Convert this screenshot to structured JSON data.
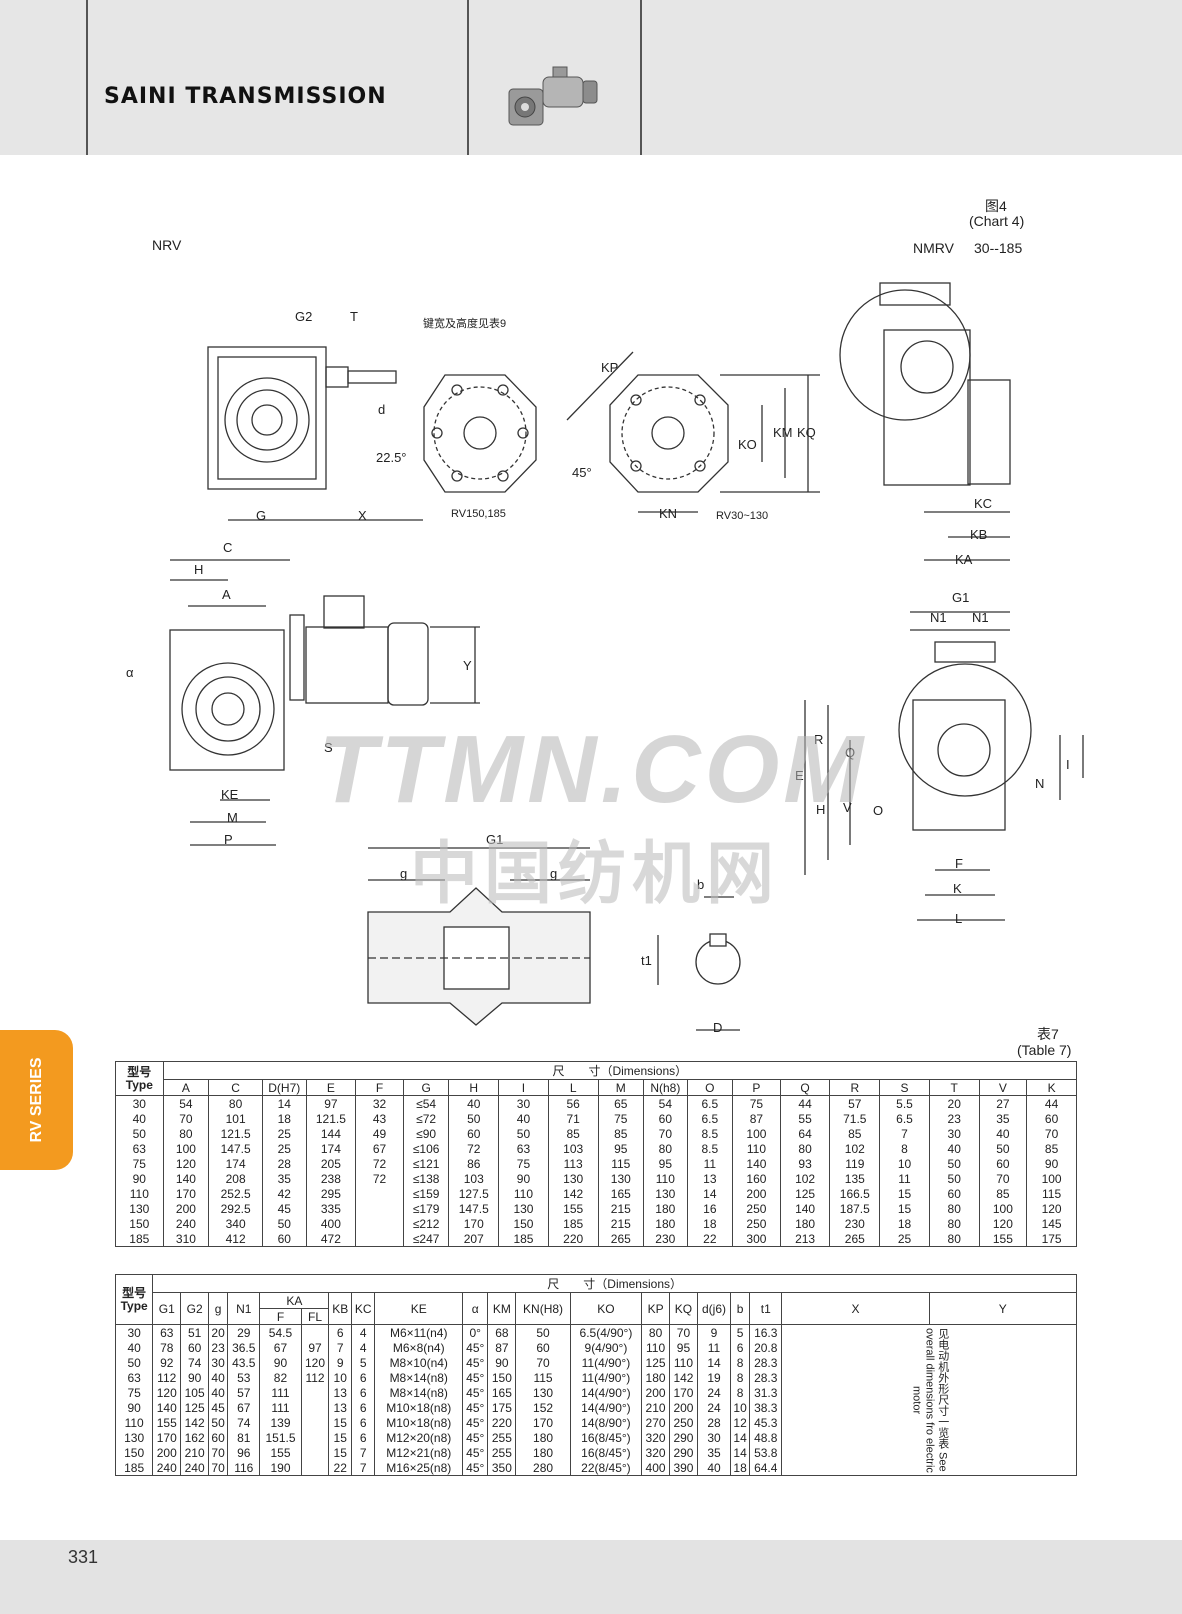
{
  "header": {
    "brand": "SAINI TRANSMISSION"
  },
  "figure": {
    "caption_cn": "图4",
    "caption_en": "(Chart 4)",
    "label_left": "NRV",
    "label_right_model": "NMRV",
    "label_right_range": "30--185",
    "note_key": "键宽及高度见表9",
    "flange_a": "RV150,185",
    "flange_b": "RV30~130",
    "dims": {
      "G2": "G2",
      "T": "T",
      "d": "d",
      "angle1": "22.5°",
      "angle2": "45°",
      "KP": "KP",
      "KO": "KO",
      "KM": "KM",
      "KQ": "KQ",
      "KN": "KN",
      "KC": "KC",
      "KB": "KB",
      "KA": "KA",
      "G": "G",
      "X": "X",
      "C": "C",
      "H": "H",
      "A": "A",
      "alpha": "α",
      "Y": "Y",
      "S": "S",
      "KE": "KE",
      "M": "M",
      "P": "P",
      "G1": "G1",
      "N1": "N1",
      "R": "R",
      "Q": "Q",
      "E": "E",
      "V": "V",
      "O": "O",
      "I": "I",
      "N": "N",
      "F": "F",
      "K": "K",
      "L": "L",
      "g": "g",
      "b": "b",
      "t1": "t1",
      "D": "D"
    }
  },
  "watermark": {
    "line1": "TTMN.COM",
    "line2": "中国纺机网"
  },
  "table1": {
    "caption_cn": "表7",
    "caption_en": "(Table 7)",
    "type_cn": "型号",
    "type_en": "Type",
    "dims_header": "尺　　寸（Dimensions）",
    "columns": [
      "A",
      "C",
      "D(H7)",
      "E",
      "F",
      "G",
      "H",
      "I",
      "L",
      "M",
      "N(h8)",
      "O",
      "P",
      "Q",
      "R",
      "S",
      "T",
      "V",
      "K"
    ],
    "rows": [
      [
        "30",
        "54",
        "80",
        "14",
        "97",
        "32",
        "≤54",
        "40",
        "30",
        "56",
        "65",
        "54",
        "6.5",
        "75",
        "44",
        "57",
        "5.5",
        "20",
        "27",
        "44"
      ],
      [
        "40",
        "70",
        "101",
        "18",
        "121.5",
        "43",
        "≤72",
        "50",
        "40",
        "71",
        "75",
        "60",
        "6.5",
        "87",
        "55",
        "71.5",
        "6.5",
        "23",
        "35",
        "60"
      ],
      [
        "50",
        "80",
        "121.5",
        "25",
        "144",
        "49",
        "≤90",
        "60",
        "50",
        "85",
        "85",
        "70",
        "8.5",
        "100",
        "64",
        "85",
        "7",
        "30",
        "40",
        "70"
      ],
      [
        "63",
        "100",
        "147.5",
        "25",
        "174",
        "67",
        "≤106",
        "72",
        "63",
        "103",
        "95",
        "80",
        "8.5",
        "110",
        "80",
        "102",
        "8",
        "40",
        "50",
        "85"
      ],
      [
        "75",
        "120",
        "174",
        "28",
        "205",
        "72",
        "≤121",
        "86",
        "75",
        "113",
        "115",
        "95",
        "11",
        "140",
        "93",
        "119",
        "10",
        "50",
        "60",
        "90"
      ],
      [
        "90",
        "140",
        "208",
        "35",
        "238",
        "72",
        "≤138",
        "103",
        "90",
        "130",
        "130",
        "110",
        "13",
        "160",
        "102",
        "135",
        "11",
        "50",
        "70",
        "100"
      ],
      [
        "110",
        "170",
        "252.5",
        "42",
        "295",
        "",
        "≤159",
        "127.5",
        "110",
        "142",
        "165",
        "130",
        "14",
        "200",
        "125",
        "166.5",
        "15",
        "60",
        "85",
        "115"
      ],
      [
        "130",
        "200",
        "292.5",
        "45",
        "335",
        "",
        "≤179",
        "147.5",
        "130",
        "155",
        "215",
        "180",
        "16",
        "250",
        "140",
        "187.5",
        "15",
        "80",
        "100",
        "120"
      ],
      [
        "150",
        "240",
        "340",
        "50",
        "400",
        "",
        "≤212",
        "170",
        "150",
        "185",
        "215",
        "180",
        "18",
        "250",
        "180",
        "230",
        "18",
        "80",
        "120",
        "145"
      ],
      [
        "185",
        "310",
        "412",
        "60",
        "472",
        "",
        "≤247",
        "207",
        "185",
        "220",
        "265",
        "230",
        "22",
        "300",
        "213",
        "265",
        "25",
        "80",
        "155",
        "175"
      ]
    ]
  },
  "table2": {
    "type_cn": "型号",
    "type_en": "Type",
    "dims_header": "尺　　寸（Dimensions）",
    "columns": [
      "G1",
      "G2",
      "g",
      "N1",
      "KA",
      "KB",
      "KC",
      "KE",
      "α",
      "KM",
      "KN(H8)",
      "KO",
      "KP",
      "KQ",
      "d(j6)",
      "b",
      "t1",
      "X",
      "Y"
    ],
    "ka_sub": [
      "F",
      "FL"
    ],
    "note": "见电动机外形尺寸一览表 See overall dimensions fro electric motor",
    "rows": [
      [
        "30",
        "63",
        "51",
        "20",
        "29",
        "54.5",
        "",
        "6",
        "4",
        "M6×11(n4)",
        "0°",
        "68",
        "50",
        "6.5(4/90°)",
        "80",
        "70",
        "9",
        "5",
        "16.3"
      ],
      [
        "40",
        "78",
        "60",
        "23",
        "36.5",
        "67",
        "97",
        "7",
        "4",
        "M6×8(n4)",
        "45°",
        "87",
        "60",
        "9(4/90°)",
        "110",
        "95",
        "11",
        "6",
        "20.8"
      ],
      [
        "50",
        "92",
        "74",
        "30",
        "43.5",
        "90",
        "120",
        "9",
        "5",
        "M8×10(n4)",
        "45°",
        "90",
        "70",
        "11(4/90°)",
        "125",
        "110",
        "14",
        "8",
        "28.3"
      ],
      [
        "63",
        "112",
        "90",
        "40",
        "53",
        "82",
        "112",
        "10",
        "6",
        "M8×14(n8)",
        "45°",
        "150",
        "115",
        "11(4/90°)",
        "180",
        "142",
        "19",
        "8",
        "28.3"
      ],
      [
        "75",
        "120",
        "105",
        "40",
        "57",
        "111",
        "",
        "13",
        "6",
        "M8×14(n8)",
        "45°",
        "165",
        "130",
        "14(4/90°)",
        "200",
        "170",
        "24",
        "8",
        "31.3"
      ],
      [
        "90",
        "140",
        "125",
        "45",
        "67",
        "111",
        "",
        "13",
        "6",
        "M10×18(n8)",
        "45°",
        "175",
        "152",
        "14(4/90°)",
        "210",
        "200",
        "24",
        "10",
        "38.3"
      ],
      [
        "110",
        "155",
        "142",
        "50",
        "74",
        "139",
        "",
        "15",
        "6",
        "M10×18(n8)",
        "45°",
        "220",
        "170",
        "14(8/90°)",
        "270",
        "250",
        "28",
        "12",
        "45.3"
      ],
      [
        "130",
        "170",
        "162",
        "60",
        "81",
        "151.5",
        "",
        "15",
        "6",
        "M12×20(n8)",
        "45°",
        "255",
        "180",
        "16(8/45°)",
        "320",
        "290",
        "30",
        "14",
        "48.8"
      ],
      [
        "150",
        "200",
        "210",
        "70",
        "96",
        "155",
        "",
        "15",
        "7",
        "M12×21(n8)",
        "45°",
        "255",
        "180",
        "16(8/45°)",
        "320",
        "290",
        "35",
        "14",
        "53.8"
      ],
      [
        "185",
        "240",
        "240",
        "70",
        "116",
        "190",
        "",
        "22",
        "7",
        "M16×25(n8)",
        "45°",
        "350",
        "280",
        "22(8/45°)",
        "400",
        "390",
        "40",
        "18",
        "64.4"
      ]
    ]
  },
  "side_tab": {
    "label": "RV SERIES"
  },
  "footer": {
    "page_number": "331"
  },
  "colors": {
    "accent": "#f39a1f",
    "header_bg": "#e6e6e6",
    "footer_bg": "#e3e3e3"
  }
}
